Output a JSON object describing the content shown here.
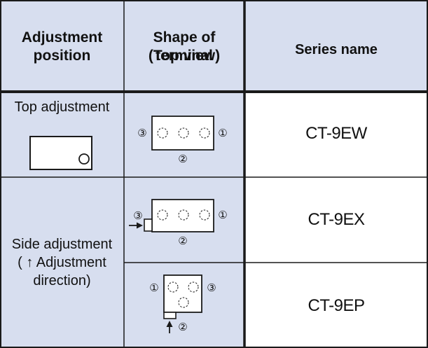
{
  "header": {
    "adjustment_position_line1": "Adjustment",
    "adjustment_position_line2": "position",
    "shape_line1": "Shape of terminal",
    "shape_line2": "(Top view)",
    "series_name": "Series name"
  },
  "rows": [
    {
      "adjustment": "Top adjustment",
      "series": "CT-9EW"
    },
    {
      "adjustment_line1": "Side adjustment",
      "adjustment_line2": "( ↑ Adjustment",
      "adjustment_line3": "direction)",
      "series": "CT-9EX"
    },
    {
      "series": "CT-9EP"
    }
  ],
  "terminal_marks": {
    "one": "①",
    "two": "②",
    "three": "③"
  },
  "colors": {
    "header_bg": "#d7deef",
    "body_shade": "#d7deef",
    "border": "#1a1a1a"
  }
}
